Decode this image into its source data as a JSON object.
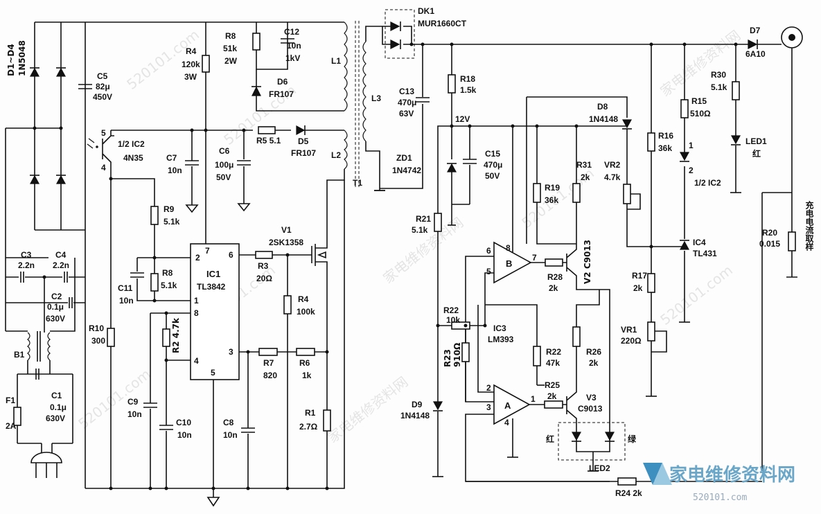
{
  "left_labels": {
    "d1d4": "D1~D4",
    "d1d4_part": "1N5048",
    "c5": "C5",
    "c5_v": "82μ",
    "c5_vv": "450V",
    "r4": "R4",
    "r4_v": "120k",
    "r4_w": "3W",
    "r8a": "R8",
    "r8a_v": "51k",
    "r8a_w": "2W",
    "c12": "C12",
    "c12_v": "10n",
    "c12_vv": "1kV",
    "d6": "D6",
    "d6_p": "FR107",
    "l1": "L1",
    "l2": "L2",
    "t1": "T1",
    "ic2": "1/2 IC2",
    "ic2_p": "4N35",
    "pin5": "5",
    "pin4": "4",
    "c7": "C7",
    "c7_v": "10n",
    "c6": "C6",
    "c6_v": "100μ",
    "c6_vv": "50V",
    "r5": "R5 5.1",
    "d5": "D5",
    "d5_p": "FR107",
    "r9": "R9",
    "r9_v": "5.1k",
    "c11": "C11",
    "c11_v": "10n",
    "r8b": "R8",
    "r8b_v": "5.1k",
    "ic1": "IC1",
    "ic1_p": "TL3842",
    "p2": "2",
    "p7": "7",
    "p6": "6",
    "p1": "1",
    "p8": "8",
    "p4": "4",
    "p3": "3",
    "p5": "5",
    "v1": "V1",
    "v1_p": "2SK1358",
    "r3": "R3",
    "r3_v": "20Ω",
    "r4b": "R4",
    "r4b_v": "100k",
    "r2": "R2 4.7k",
    "r10": "R10",
    "r10_v": "300",
    "c3": "C3",
    "c3_v": "2.2n",
    "c4": "C4",
    "c4_v": "2.2n",
    "c2": "C2",
    "c2_v": "0.1μ",
    "c2_vv": "630V",
    "b1": "B1",
    "c1": "C1",
    "c1_v": "0.1μ",
    "c1_vv": "630V",
    "f1": "F1",
    "f1_v": "2A",
    "c9": "C9",
    "c9_v": "10n",
    "c10": "C10",
    "c10_v": "10n",
    "r7": "R7",
    "r7_v": "820",
    "r6": "R6",
    "r6_v": "1k",
    "c8": "C8",
    "c8_v": "10n",
    "r1": "R1",
    "r1_v": "2.7Ω"
  },
  "right_labels": {
    "dk1": "DK1",
    "dk1_p": "MUR1660CT",
    "d7": "D7",
    "d7_p": "6A10",
    "l3": "L3",
    "c13": "C13",
    "c13_v": "470μ",
    "c13_vv": "63V",
    "r18": "R18",
    "r18_v": "1.5k",
    "zd1": "ZD1",
    "zd1_p": "1N4742",
    "v12": "12V",
    "c15": "C15",
    "c15_v": "470μ",
    "c15_vv": "50V",
    "r21": "R21",
    "r21_v": "5.1k",
    "d8": "D8",
    "d8_p": "1N4148",
    "r16": "R16",
    "r16_v": "36k",
    "r15": "R15",
    "r15_v": "510Ω",
    "r30": "R30",
    "r30_v": "5.1k",
    "led1": "LED1",
    "led1_c": "红",
    "ic2b": "1/2 IC2",
    "ic2b_1": "1",
    "ic2b_2": "2",
    "vr2": "VR2",
    "vr2_v": "4.7k",
    "r19": "R19",
    "r19_v": "36k",
    "r31": "R31",
    "r31_v": "2k",
    "ic4": "IC4",
    "ic4_p": "TL431",
    "r20": "R20",
    "r20_v": "0.015",
    "charge_sense": "充电电流取样",
    "b": "B",
    "b6": "6",
    "b5": "5",
    "b8": "8",
    "b7": "7",
    "r28": "R28",
    "r28_v": "2k",
    "v2": "V2 C9013",
    "r17": "R17",
    "r17_v": "2k",
    "r22a": "R22",
    "r22a_v": "10k",
    "ic3": "IC3",
    "ic3_p": "LM393",
    "r23": "R23",
    "r23_v": "910Ω",
    "vr1": "VR1",
    "vr1_v": "220Ω",
    "r22b": "R22",
    "r22b_v": "47k",
    "r26": "R26",
    "r26_v": "2k",
    "a": "A",
    "a2": "2",
    "a3": "3",
    "a1": "1",
    "a4": "4",
    "r25": "R25",
    "r25_v": "2k",
    "v3": "V3",
    "v3_p": "C9013",
    "d9": "D9",
    "d9_p": "1N4148",
    "red": "红",
    "green": "绿",
    "led2": "LED2",
    "r24": "R24 2k"
  },
  "watermark": {
    "site": "520101.com",
    "cn": "家电维修资料网",
    "logo": "家电维修资料网",
    "logo_site": "520101.com"
  }
}
